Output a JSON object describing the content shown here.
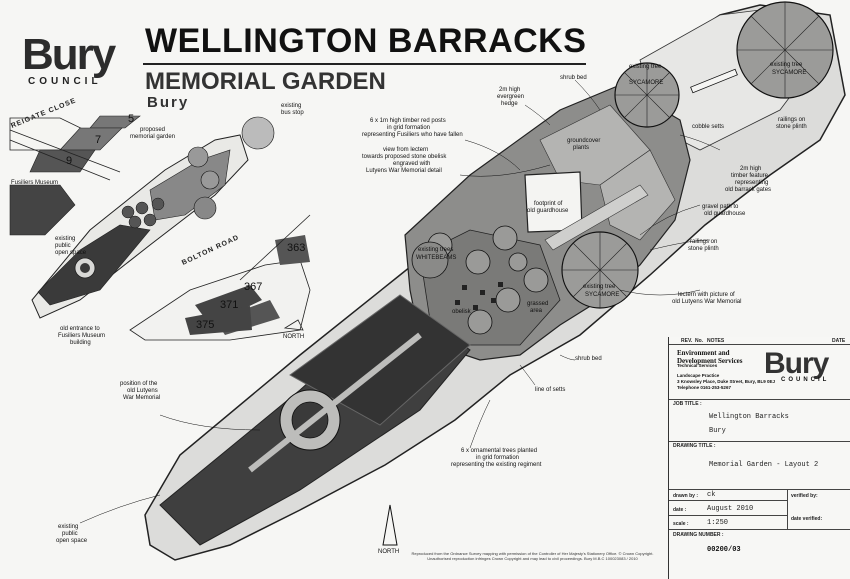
{
  "header": {
    "logo_word": "Bury",
    "logo_sub": "COUNCIL",
    "title": "WELLINGTON BARRACKS",
    "subtitle": "MEMORIAL GARDEN",
    "place": "Bury"
  },
  "inset": {
    "road_reigate": "REIGATE CLOSE",
    "road_bolton": "BOLTON ROAD",
    "numbers": [
      "5",
      "7",
      "9",
      "363",
      "367",
      "371",
      "375"
    ],
    "label_fusiliers_museum": "Fusiliers Museum",
    "label_proposed_garden": [
      "proposed",
      "memorial garden"
    ],
    "label_bus_stop": [
      "existing",
      "bus stop"
    ],
    "label_public_open": [
      "existing",
      "public",
      "open space"
    ],
    "label_old_entrance": [
      "old entrance to",
      "Fusiliers Museum",
      "building"
    ],
    "north": "NORTH"
  },
  "labels": {
    "evergreen_hedge": [
      "2m high",
      "evergreen",
      "hedge"
    ],
    "shrub_bed_top": "shrub bed",
    "timber_posts": [
      "6 x 1m high timber red posts",
      "in grid formation",
      "representing Fusiliers who have fallen"
    ],
    "view_from_lectern": [
      "view from lectern",
      "towards proposed stone obelisk",
      "engraved with",
      "Lutyens War Memorial detail"
    ],
    "groundcover": [
      "groundcover",
      "plants"
    ],
    "cobble_setts": "cobble setts",
    "railings_plinth_right": [
      "railings on",
      "stone plinth"
    ],
    "timber_feature": [
      "2m high",
      "timber feature",
      "representing",
      "old barrack gates"
    ],
    "gravel_path": [
      "gravel path to",
      "old guardhouse"
    ],
    "footprint": [
      "footprint of",
      "old guardhouse"
    ],
    "railings_plinth_mid": [
      "railings on",
      "stone plinth"
    ],
    "lectern": [
      "lectern with picture of",
      "old Lutyens War Memorial"
    ],
    "shrub_bed_low": "shrub bed",
    "line_of_setts": "line of setts",
    "grassed_area": [
      "grassed",
      "area"
    ],
    "obelisk": "obelisk",
    "ornamental_trees": [
      "6 x ornamental trees planted",
      "in grid formation",
      "representing the existing regiment"
    ],
    "lutyens_position": [
      "position of the",
      "old Lutyens",
      "War Memorial"
    ],
    "public_open_space": [
      "existing",
      "public",
      "open space"
    ],
    "tree_sycamore_1": [
      "existing tree",
      "SYCAMORE"
    ],
    "tree_sycamore_2": [
      "existing tree",
      "SYCAMORE"
    ],
    "tree_sycamore_3": [
      "existing tree",
      "SYCAMORE"
    ],
    "tree_whitebeams": [
      "existing trees",
      "WHITEBEAMS"
    ],
    "north": "NORTH"
  },
  "credit": "Reproduced from the Ordnance Survey mapping with permission of the Controller of Her Majesty's Stationery Office. © Crown Copyright. Unauthorised reproduction infringes Crown Copyright and may lead to civil proceedings. Bury M.B.C 100023083 / 2010",
  "title_block": {
    "rev": "REV.",
    "no": "No.",
    "notes": "NOTES",
    "date": "DATE",
    "org": [
      "Environment and",
      "Development Services"
    ],
    "org_sub": "Technical Services",
    "landscape": [
      "Landscape Practice",
      "3 Knowsley Place, Duke Street, Bury, BL9 0EJ",
      "Telephone 0161-253-5267"
    ],
    "logo_word": "Bury",
    "logo_sub": "COUNCIL",
    "job_title_label": "JOB TITLE :",
    "job_title": [
      "Wellington Barracks",
      "Bury"
    ],
    "drawing_title_label": "DRAWING TITLE :",
    "drawing_title": "Memorial Garden - Layout 2",
    "drawn_label": "drawn by :",
    "drawn": "ck",
    "verified_label": "verified by:",
    "date_label": "date :",
    "date_value": "August 2010",
    "date_verified_label": "date verified:",
    "scale_label": "scale :",
    "scale": "1:250",
    "drawing_number_label": "DRAWING NUMBER :",
    "drawing_number": "00200/03"
  }
}
